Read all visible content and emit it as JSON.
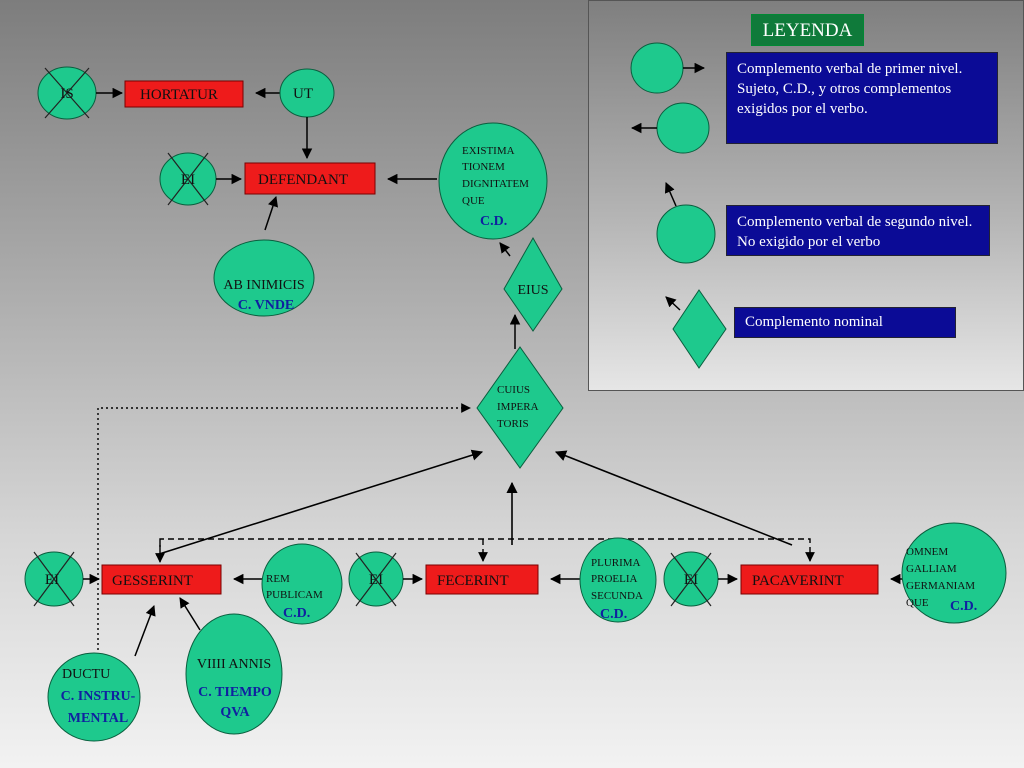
{
  "legend": {
    "title": "LEYENDA",
    "items": [
      {
        "text": "Complemento verbal de primer nivel. Sujeto, C.D., y otros complementos exigidos por el verbo."
      },
      {
        "text": "Complemento verbal de segundo nivel. No exigido por el verbo"
      },
      {
        "text": "Complemento nominal"
      }
    ]
  },
  "colors": {
    "verb_fill": "#ee1b1b",
    "node_fill": "#1ec98d",
    "legend_box": "#0b0b96",
    "legend_title": "#0f7a3a",
    "role_text": "#1020a0"
  },
  "nodes": {
    "is": {
      "text": "IS"
    },
    "hortatur": {
      "text": "HORTATUR"
    },
    "ut": {
      "text": "UT"
    },
    "ei_top": {
      "text": "EI"
    },
    "defendant": {
      "text": "DEFENDANT"
    },
    "existimatio": {
      "lines": [
        "EXISTIMA",
        "TIONEM",
        "DIGNITATEM",
        "QUE"
      ],
      "role": "C.D."
    },
    "ab_inimicis": {
      "text": "AB INIMICIS",
      "role": "C. VNDE"
    },
    "eius": {
      "text": "EIUS"
    },
    "cuius": {
      "lines": [
        "CUIUS",
        "IMPERA",
        "TORIS"
      ]
    },
    "ei_1": {
      "text": "EI"
    },
    "gesserint": {
      "text": "GESSERINT"
    },
    "rem_publicam": {
      "lines": [
        "REM",
        "PUBLICAM"
      ],
      "role": "C.D."
    },
    "ei_2": {
      "text": "EI"
    },
    "fecerint": {
      "text": "FECERINT"
    },
    "proelia": {
      "lines": [
        "PLURIMA",
        "PROELIA",
        "SECUNDA"
      ],
      "role": "C.D."
    },
    "ei_3": {
      "text": "EI"
    },
    "pacaverint": {
      "text": "PACAVERINT"
    },
    "galliam": {
      "lines": [
        "OMNEM",
        "GALLIAM",
        "GERMANIAM",
        "QUE"
      ],
      "role": "C.D."
    },
    "ductu": {
      "text": "DUCTU",
      "role_lines": [
        "C. INSTRU-",
        "MENTAL"
      ]
    },
    "viiii": {
      "text": "VIIII ANNIS",
      "role_lines": [
        "C. TIEMPO",
        "QVA"
      ]
    }
  }
}
